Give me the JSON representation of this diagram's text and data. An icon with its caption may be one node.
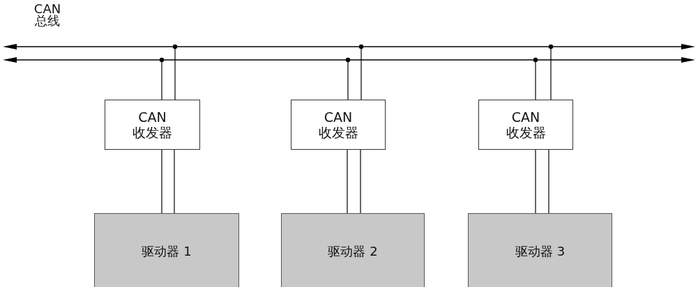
{
  "diagram": {
    "nodes": [
      {
        "text": [
          "CAN 总线"
        ]
      },
      {
        "text": [
          "CAN 收发器"
        ]
      },
      {
        "text": [
          "CAN 收发器"
        ]
      },
      {
        "text": [
          "CAN 收发器"
        ]
      },
      {
        "text": [
          "驱动器 1"
        ]
      },
      {
        "text": [
          "驱动器 2"
        ]
      },
      {
        "text": [
          "驱动器 3"
        ]
      }
    ],
    "edges": [
      {
        "from": 1,
        "to": 0,
        "arrow": "other"
      },
      {
        "from": 1,
        "to": 0,
        "arrow": "other"
      },
      {
        "from": 2,
        "to": 0,
        "arrow": "other"
      },
      {
        "from": 2,
        "to": 0,
        "arrow": "other"
      },
      {
        "from": 3,
        "to": 0,
        "arrow": "other"
      },
      {
        "from": 3,
        "to": 0,
        "arrow": "other"
      },
      {
        "from": 4,
        "to": 1,
        "arrow": "none"
      },
      {
        "from": 4,
        "to": 1,
        "arrow": "none"
      },
      {
        "from": 5,
        "to": 2,
        "arrow": "none"
      },
      {
        "from": 5,
        "to": 2,
        "arrow": "none"
      },
      {
        "from": 6,
        "to": 3,
        "arrow": "none"
      },
      {
        "from": 6,
        "to": 3,
        "arrow": "none"
      }
    ]
  }
}
